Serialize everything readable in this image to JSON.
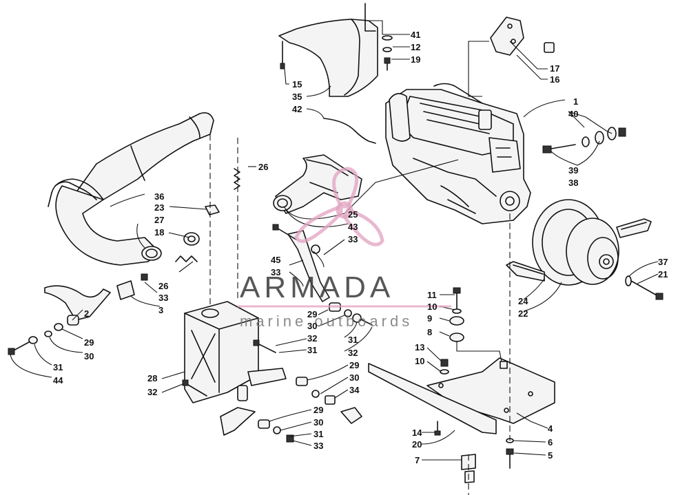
{
  "watermark": {
    "brand": "ARMADA",
    "tagline": "marine outboards",
    "logo_color": "#e2a1c0"
  },
  "callouts": [
    "1",
    "40",
    "39",
    "38",
    "41",
    "12",
    "19",
    "15",
    "35",
    "42",
    "17",
    "16",
    "26",
    "36",
    "23",
    "27",
    "18",
    "25",
    "43",
    "33",
    "45",
    "33",
    "26",
    "33",
    "3",
    "2",
    "29",
    "30",
    "31",
    "44",
    "11",
    "10",
    "9",
    "8",
    "13",
    "10",
    "29",
    "30",
    "31",
    "32",
    "32",
    "31",
    "28",
    "32",
    "29",
    "30",
    "34",
    "29",
    "30",
    "31",
    "33",
    "24",
    "22",
    "37",
    "21",
    "4",
    "14",
    "20",
    "6",
    "5",
    "7"
  ]
}
